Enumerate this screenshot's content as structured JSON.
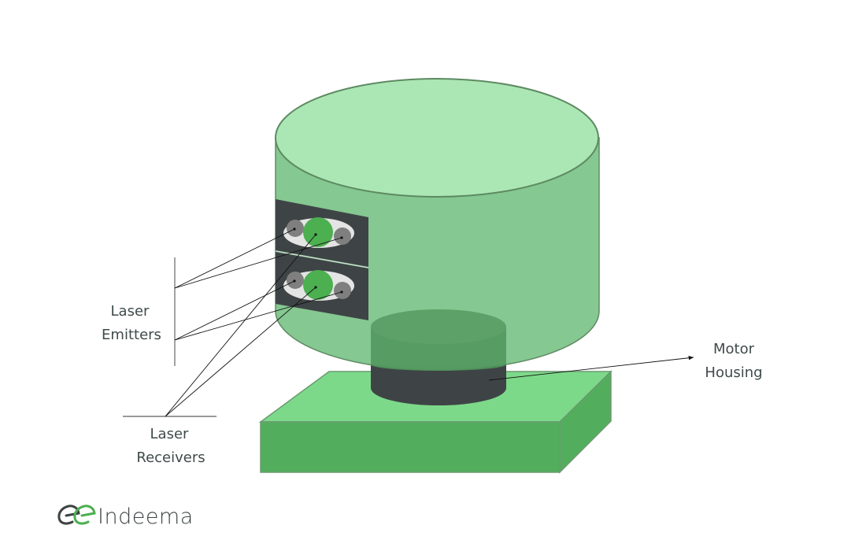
{
  "title": "LiDAR sensor components diagram",
  "labels": {
    "laser_emitters": [
      "Laser",
      "Emitters"
    ],
    "laser_receivers": [
      "Laser",
      "Receivers"
    ],
    "motor_housing": [
      "Motor",
      "Housing"
    ]
  },
  "logo": {
    "name": "Indeema",
    "accent": "#4caf50",
    "dark": "#3e4343"
  },
  "colors": {
    "top": "#abe7b4",
    "body": "#83c78f",
    "stroke": "#5e8a63",
    "panel": "#3e4446",
    "lens_center": "#4caf50",
    "lens_side": "#7f7f7f",
    "base_top": "#7dd98a",
    "base_front": "#52ae5d",
    "motor_top": "#5ea168",
    "motor_dark": "#3e4446"
  }
}
